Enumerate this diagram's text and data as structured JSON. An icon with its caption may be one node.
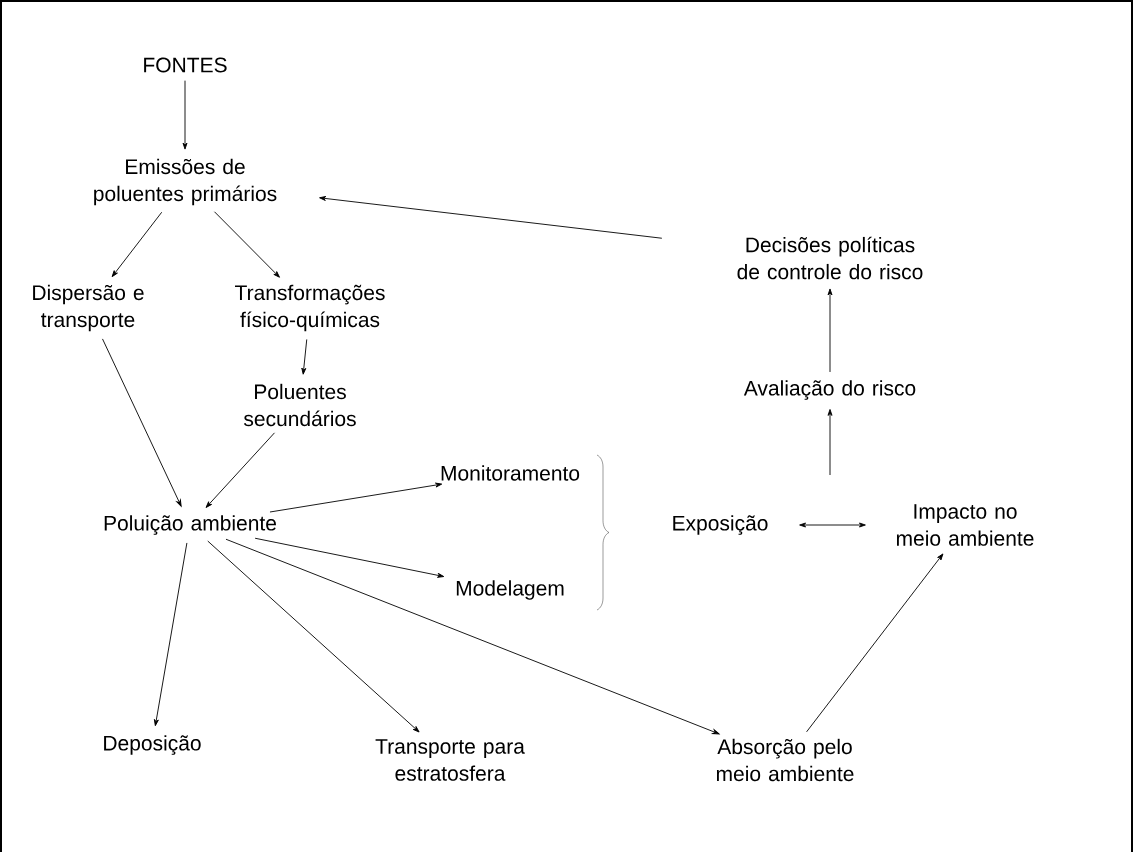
{
  "diagram": {
    "nodes": [
      {
        "text": [
          "FONTES"
        ]
      },
      {
        "text": [
          "Emissões de poluentes primários"
        ]
      },
      {
        "text": [
          "Dispersão e transporte"
        ]
      },
      {
        "text": [
          "Transformações físico-químicas"
        ]
      },
      {
        "text": [
          "Poluentes secundários"
        ]
      },
      {
        "text": [
          "Poluição ambiente"
        ]
      },
      {
        "text": [
          "Monitoramento"
        ]
      },
      {
        "text": [
          "Modelagem"
        ]
      },
      {
        "text": [
          "Exposição"
        ]
      },
      {
        "text": [
          "Impacto no meio ambiente"
        ]
      },
      {
        "text": [
          "Avaliação do risco"
        ]
      },
      {
        "text": [
          "Decisões políticas de controle do risco"
        ]
      },
      {
        "text": [
          "Deposição"
        ]
      },
      {
        "text": [
          "Transporte para estratosfera"
        ]
      },
      {
        "text": [
          "Absorção pelo meio ambiente"
        ]
      }
    ],
    "edges": [
      {
        "from": 0,
        "to": 1,
        "arrow": "to"
      },
      {
        "from": 1,
        "to": 2,
        "arrow": "to"
      },
      {
        "from": 1,
        "to": 3,
        "arrow": "to"
      },
      {
        "from": 3,
        "to": 4,
        "arrow": "to"
      },
      {
        "from": 2,
        "to": 5,
        "arrow": "to"
      },
      {
        "from": 4,
        "to": 5,
        "arrow": "to"
      },
      {
        "from": 5,
        "to": 6,
        "arrow": "to"
      },
      {
        "from": 5,
        "to": 7,
        "arrow": "to"
      },
      {
        "from": 5,
        "to": 12,
        "arrow": "to"
      },
      {
        "from": 5,
        "to": 13,
        "arrow": "to"
      },
      {
        "from": 5,
        "to": 14,
        "arrow": "to"
      },
      {
        "from": 8,
        "to": 9,
        "arrow": "both"
      },
      {
        "from": 9,
        "to": 10,
        "arrow": "to"
      },
      {
        "from": 10,
        "to": 11,
        "arrow": "to"
      },
      {
        "from": 11,
        "to": 1,
        "arrow": "to"
      },
      {
        "from": 14,
        "to": 9,
        "arrow": "to"
      }
    ]
  }
}
